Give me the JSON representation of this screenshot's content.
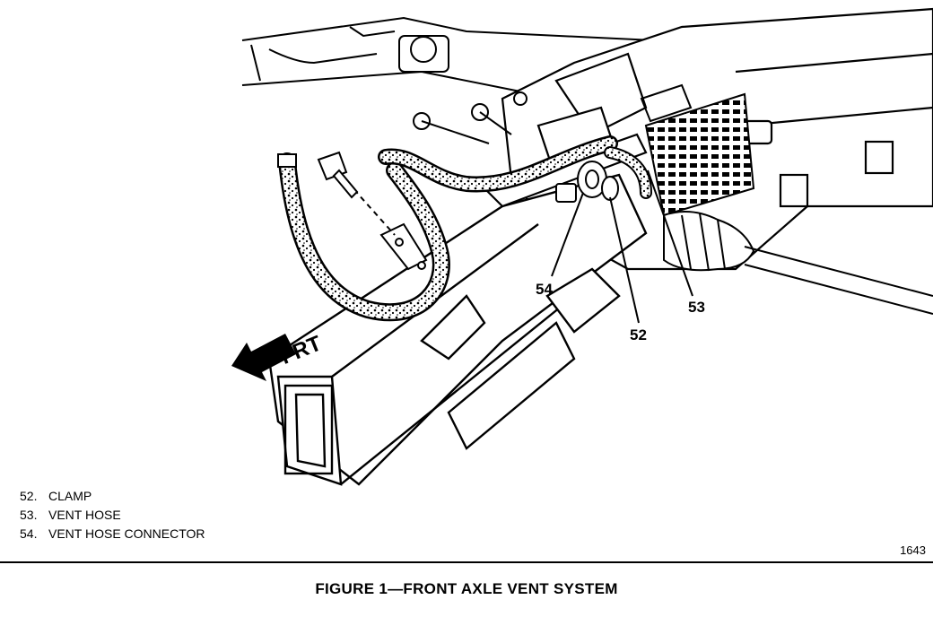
{
  "illustration": {
    "direction_label": "FRT",
    "callouts": {
      "c52": "52",
      "c53": "53",
      "c54": "54"
    }
  },
  "legend": [
    {
      "number": "52.",
      "text": "CLAMP"
    },
    {
      "number": "53.",
      "text": "VENT HOSE"
    },
    {
      "number": "54.",
      "text": "VENT HOSE CONNECTOR"
    }
  ],
  "figure_number": "1643",
  "caption": "FIGURE 1—FRONT AXLE VENT SYSTEM"
}
